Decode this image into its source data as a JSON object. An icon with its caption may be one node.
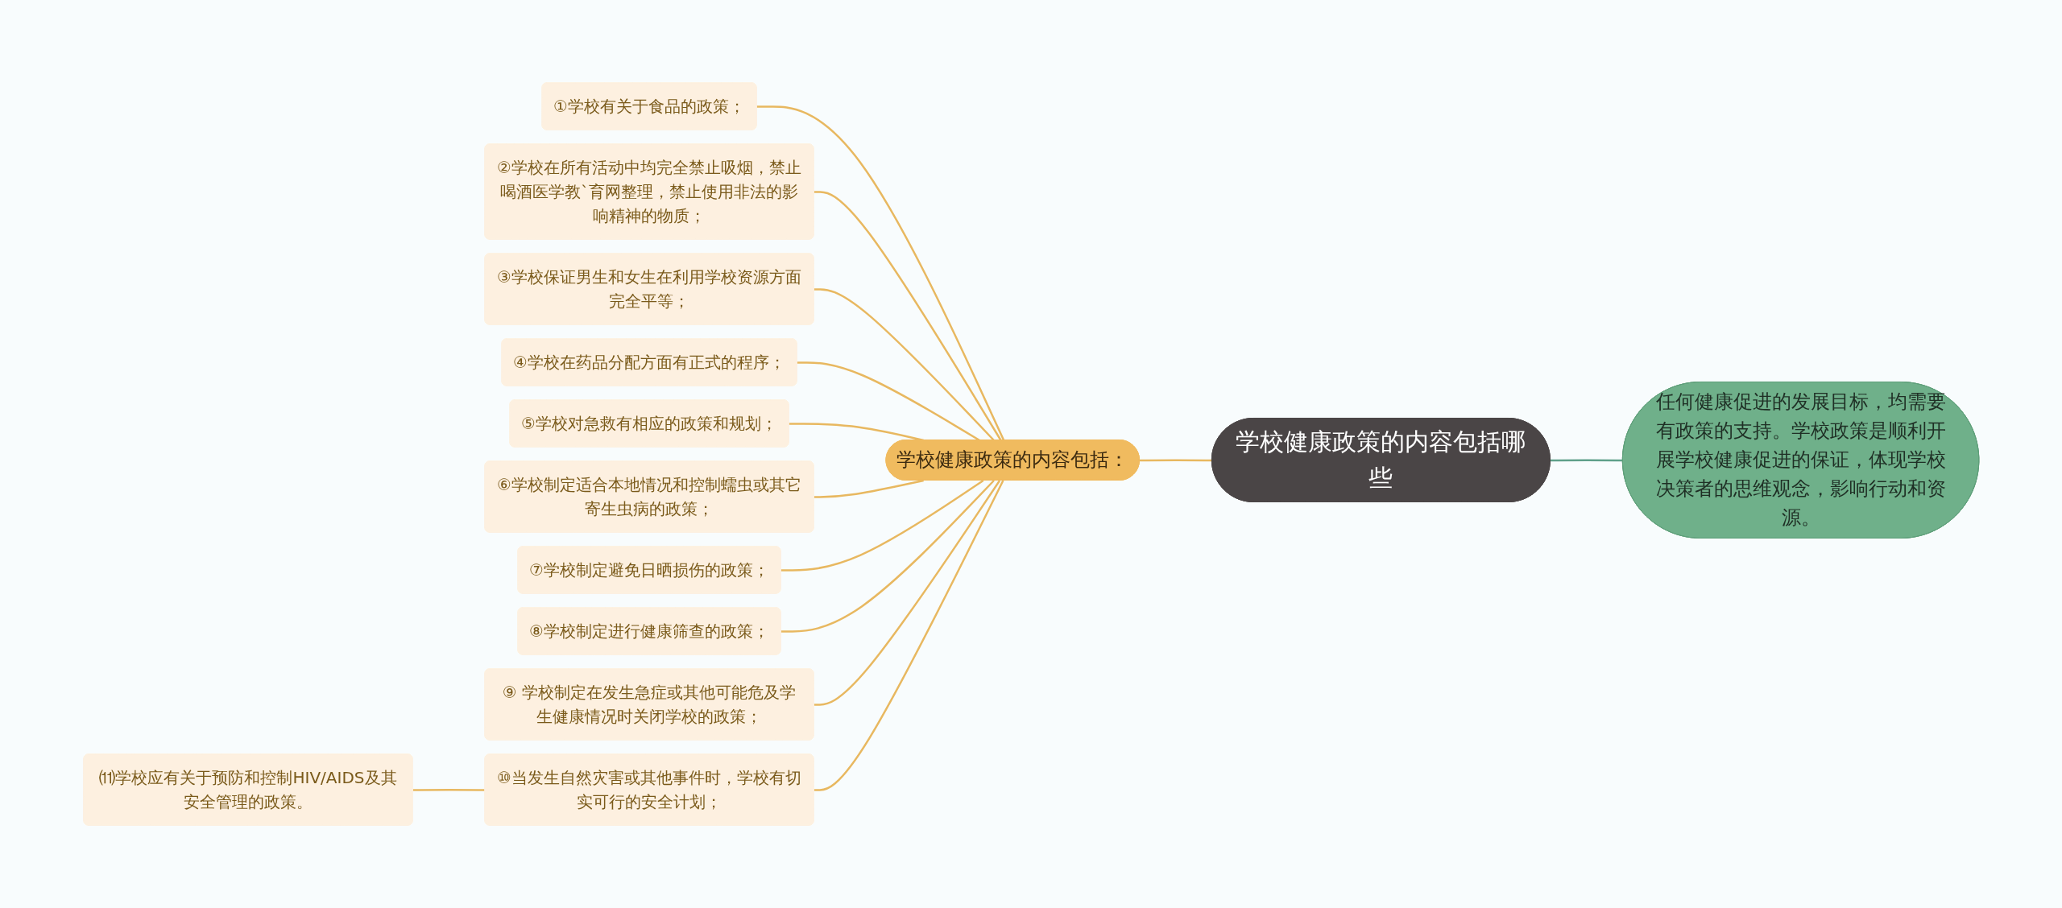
{
  "diagram": {
    "nodes": [
      {
        "text": [
          "学校健康政策的内容包括哪些"
        ]
      },
      {
        "text": [
          "任何健康促进的发展目标，均需要有政策的支持。学校政策是顺利开展学校健康促进的保证，体现学校决策者的思维观念，影响行动和资源。"
        ]
      },
      {
        "text": [
          "学校健康政策的内容包括："
        ]
      },
      {
        "text": [
          "①学校有关于食品的政策；"
        ]
      },
      {
        "text": [
          "②学校在所有活动中均完全禁止吸烟，禁止喝酒医学教`育网整理，禁止使用非法的影响精神的物质；"
        ]
      },
      {
        "text": [
          "③学校保证男生和女生在利用学校资源方面完全平等；"
        ]
      },
      {
        "text": [
          "④学校在药品分配方面有正式的程序；"
        ]
      },
      {
        "text": [
          "⑤学校对急救有相应的政策和规划；"
        ]
      },
      {
        "text": [
          "⑥学校制定适合本地情况和控制蠕虫或其它寄生虫病的政策；"
        ]
      },
      {
        "text": [
          "⑦学校制定避免日晒损伤的政策；"
        ]
      },
      {
        "text": [
          "⑧学校制定进行健康筛查的政策；"
        ]
      },
      {
        "text": [
          "⑨ 学校制定在发生急症或其他可能危及学生健康情况时关闭学校的政策；"
        ]
      },
      {
        "text": [
          "⑩当发生自然灾害或其他事件时，学校有切实可行的安全计划；"
        ]
      },
      {
        "text": [
          "⑾学校应有关于预防和控制HIV/AIDS及其安全管理的政策。"
        ]
      }
    ],
    "edges": [
      {
        "from": 0,
        "to": 1,
        "arrow": "none",
        "color": "#5fa08a"
      },
      {
        "from": 0,
        "to": 2,
        "arrow": "none"
      },
      {
        "from": 2,
        "to": 3,
        "arrow": "none"
      },
      {
        "from": 2,
        "to": 4,
        "arrow": "none"
      },
      {
        "from": 2,
        "to": 5,
        "arrow": "none"
      },
      {
        "from": 2,
        "to": 6,
        "arrow": "none"
      },
      {
        "from": 2,
        "to": 7,
        "arrow": "none"
      },
      {
        "from": 2,
        "to": 8,
        "arrow": "none"
      },
      {
        "from": 2,
        "to": 9,
        "arrow": "none"
      },
      {
        "from": 2,
        "to": 10,
        "arrow": "none"
      },
      {
        "from": 2,
        "to": 11,
        "arrow": "none"
      },
      {
        "from": 2,
        "to": 12,
        "arrow": "none"
      },
      {
        "from": 12,
        "to": 13,
        "arrow": "none"
      }
    ]
  }
}
